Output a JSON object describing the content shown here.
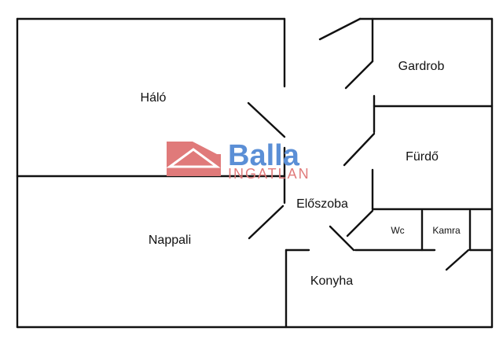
{
  "floorplan": {
    "rooms": {
      "halo": "Háló",
      "nappali": "Nappali",
      "gardrob": "Gardrob",
      "furdo": "Fürdő",
      "eloszoba": "Előszoba",
      "wc": "Wc",
      "kamra": "Kamra",
      "konyha": "Konyha"
    }
  },
  "watermark": {
    "brand": "Balla",
    "subtitle": "INGATLAN",
    "icon": "house-icon",
    "colors": {
      "house": "#e07a7a",
      "brand": "#5b8fd6",
      "subtitle": "#e07a7a"
    }
  }
}
